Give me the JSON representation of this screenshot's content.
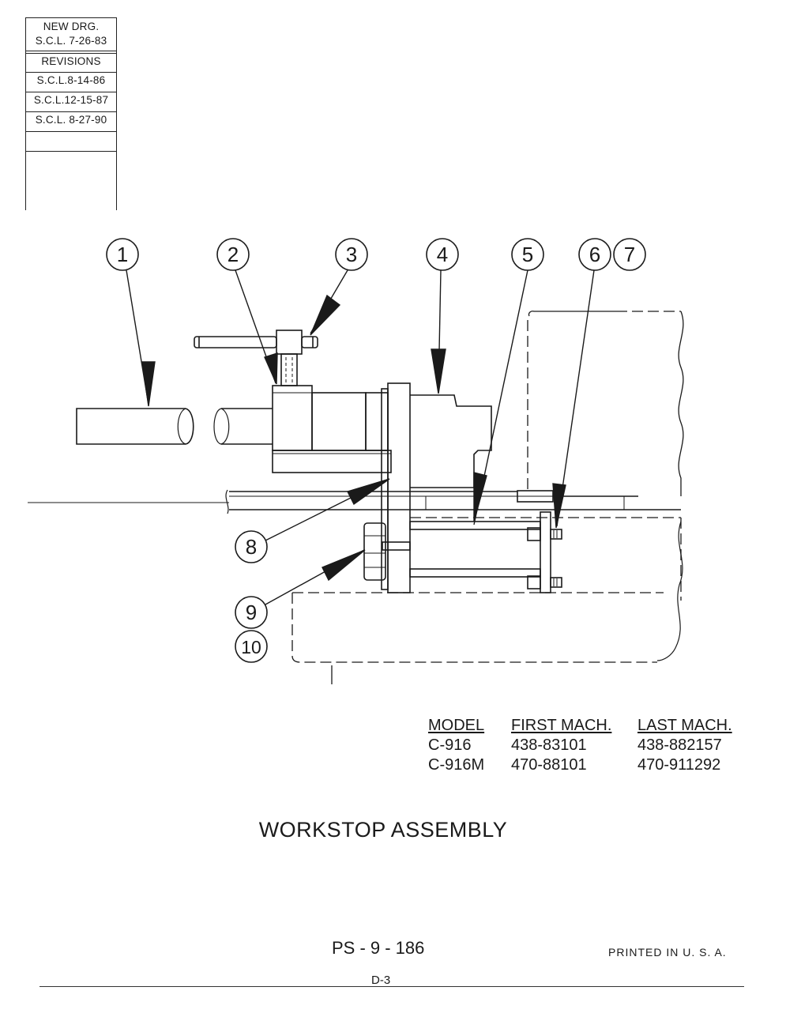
{
  "revision_block": {
    "new_drawing": "NEW  DRG.",
    "new_drawing_date": "S.C.L. 7-26-83",
    "revisions_label": "REVISIONS",
    "revisions": [
      "S.C.L.8-14-86",
      "S.C.L.12-15-87",
      "S.C.L. 8-27-90"
    ]
  },
  "callouts": [
    "1",
    "2",
    "3",
    "4",
    "5",
    "6",
    "7",
    "8",
    "9",
    "10"
  ],
  "model_table": {
    "headers": [
      "MODEL",
      "FIRST MACH.",
      "LAST MACH."
    ],
    "rows": [
      [
        "C-916",
        "438-83101",
        "438-882157"
      ],
      [
        "C-916M",
        "470-88101",
        "470-911292"
      ]
    ]
  },
  "title": "WORKSTOP ASSEMBLY",
  "page_number": "PS - 9 - 186",
  "printed": "PRINTED  IN  U. S. A.",
  "drawing_number": "D-3"
}
